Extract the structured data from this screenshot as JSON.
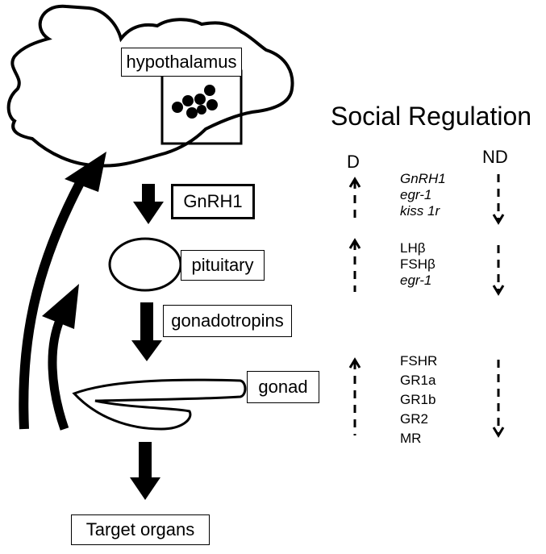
{
  "labels": {
    "hypothalamus": "hypothalamus",
    "gnrh1": "GnRH1",
    "pituitary": "pituitary",
    "gonadotropins": "gonadotropins",
    "gonad": "gonad",
    "target_organs": "Target organs"
  },
  "social_regulation": {
    "title": "Social Regulation",
    "col_d": "D",
    "col_nd": "ND",
    "groups": [
      {
        "genes": [
          {
            "name": "GnRH1",
            "italic": true
          },
          {
            "name": "egr-1",
            "italic": true
          },
          {
            "name": "kiss 1r",
            "italic": true
          }
        ],
        "d": "up",
        "nd": "down"
      },
      {
        "genes": [
          {
            "name": "LHβ",
            "italic": false
          },
          {
            "name": "FSHβ",
            "italic": false
          },
          {
            "name": "egr-1",
            "italic": true
          }
        ],
        "d": "up",
        "nd": "down"
      },
      {
        "genes": [
          {
            "name": "FSHR",
            "italic": false
          },
          {
            "name": "GR1a",
            "italic": false
          },
          {
            "name": "GR1b",
            "italic": false
          },
          {
            "name": "GR2",
            "italic": false
          },
          {
            "name": "MR",
            "italic": false
          }
        ],
        "d": "up",
        "nd": "down"
      }
    ]
  }
}
